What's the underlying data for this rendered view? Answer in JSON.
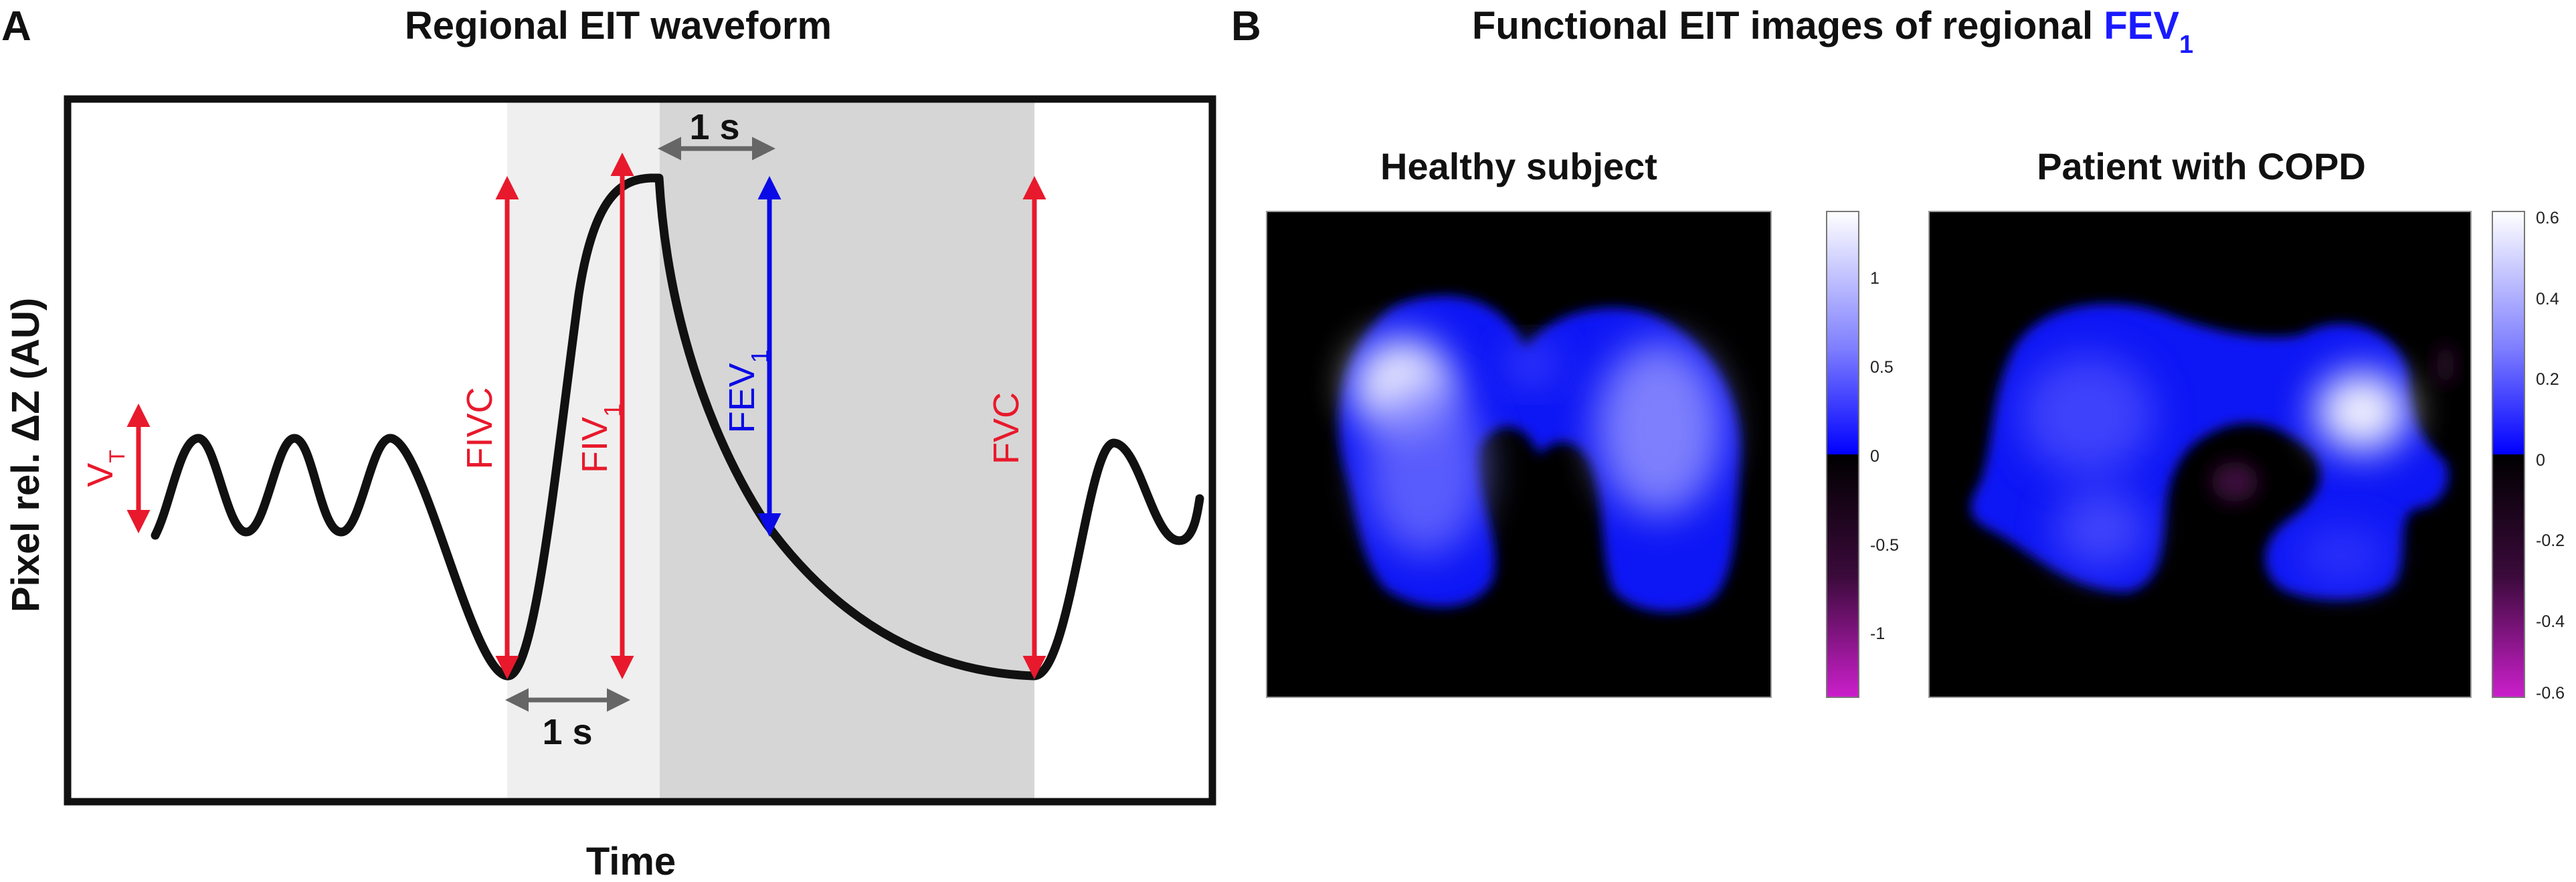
{
  "panel_a": {
    "letter": "A",
    "title": "Regional EIT waveform",
    "xlabel": "Time",
    "ylabel": "Pixel rel. ΔZ (AU)",
    "labels": {
      "vt": "V",
      "vt_sub": "T",
      "fivc": "FIVC",
      "fiv1": "FIV",
      "fiv1_sub": "1",
      "fev1": "FEV",
      "fev1_sub": "1",
      "fvc": "FVC",
      "one_s_top": "1 s",
      "one_s_bottom": "1 s"
    },
    "colors": {
      "red": "#e8192c",
      "blue": "#0a0ae6",
      "gray_arrow": "#666666",
      "shade_light": "#efefef",
      "shade_dark": "#d6d6d6"
    }
  },
  "panel_b": {
    "letter": "B",
    "title_prefix": "Functional EIT images of regional ",
    "title_highlight": "FEV",
    "title_sub": "1",
    "highlight_color": "#1a1aff",
    "images": [
      {
        "title": "Healthy subject",
        "colorbar_ticks": [
          "1",
          "0.5",
          "0",
          "-0.5",
          "-1"
        ]
      },
      {
        "title": "Patient with COPD",
        "colorbar_ticks": [
          "0.6",
          "0.4",
          "0.2",
          "0",
          "-0.2",
          "-0.4",
          "-0.6"
        ]
      }
    ],
    "colormap": [
      "#ff00ff",
      "#000000",
      "#0000ff",
      "#ffffff"
    ]
  }
}
